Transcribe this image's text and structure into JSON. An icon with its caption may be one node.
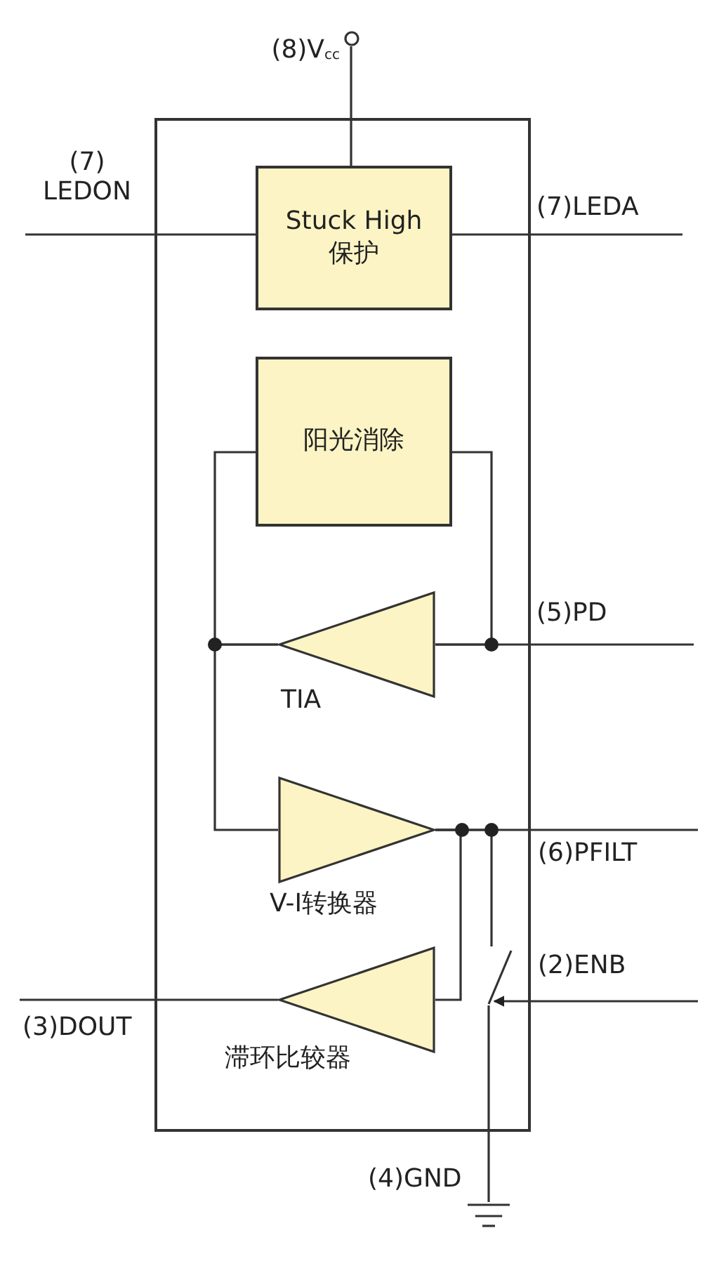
{
  "diagram": {
    "nodes": [
      {
        "text": [],
        "shape": "circle",
        "beside": [
          "(8)V$_{cc}$"
        ]
      },
      {
        "text": [],
        "shape": "box"
      },
      {
        "text": [
          "Stuck High 保护"
        ],
        "in": 1
      },
      {
        "text": [
          "阳光消除"
        ],
        "in": 1
      },
      {
        "text": [],
        "shape": "triangle",
        "in": 1,
        "beside": [
          "TIA"
        ]
      },
      {
        "text": [],
        "shape": "triangle",
        "in": 1,
        "beside": [
          "V-I转换器"
        ]
      },
      {
        "text": [],
        "shape": "switch",
        "in": 1
      },
      {
        "text": [],
        "shape": "triangle",
        "in": 1,
        "beside": [
          "滞环比较器"
        ]
      },
      {
        "text": [],
        "shape": "ground",
        "beside": [
          "(4)GND"
        ]
      }
    ],
    "edges": [
      {
        "from": 0,
        "to": 2,
        "arrow": "none"
      },
      {
        "from": null,
        "to": 2,
        "arrow": "none"
      },
      {
        "from": 2,
        "to": null,
        "arrow": "none"
      },
      {
        "from": null,
        "to": 4,
        "arrow": "none"
      },
      {
        "from": 4,
        "to": 3,
        "arrow": "none"
      },
      {
        "from": 4,
        "to": 3,
        "arrow": "none"
      },
      {
        "from": 4,
        "to": 5,
        "arrow": "none"
      },
      {
        "from": 5,
        "to": null,
        "arrow": "none"
      },
      {
        "from": 5,
        "to": 7,
        "arrow": "none"
      },
      {
        "from": 7,
        "to": null,
        "arrow": "none"
      },
      {
        "from": null,
        "to": 6,
        "arrow": "to"
      },
      {
        "from": 5,
        "to": 6,
        "arrow": "none"
      },
      {
        "from": 6,
        "to": 8,
        "arrow": "none"
      }
    ],
    "labels": [
      "(7) LEDON",
      "(7)LEDA",
      "(5)PD",
      "(6)PFILT",
      "(2)ENB",
      "(3)DOUT"
    ]
  }
}
